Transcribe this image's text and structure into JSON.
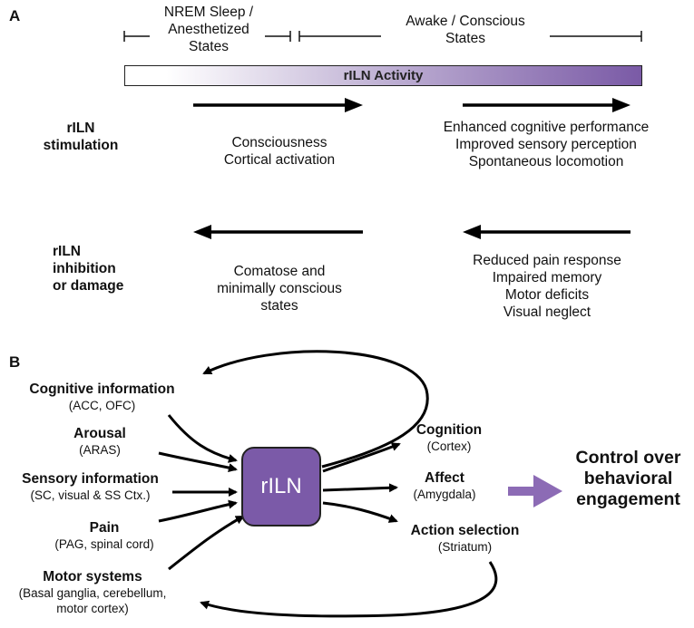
{
  "panel_a": {
    "label": "A",
    "range_left_line1": "NREM Sleep /",
    "range_left_line2": "Anesthetized",
    "range_left_line3": "States",
    "range_right_line1": "Awake / Conscious",
    "range_right_line2": "States",
    "bar_label": "rILN Activity",
    "stim_label_line1": "rILN",
    "stim_label_line2": "stimulation",
    "stim_left_line1": "Consciousness",
    "stim_left_line2": "Cortical activation",
    "stim_right_line1": "Enhanced cognitive performance",
    "stim_right_line2": "Improved sensory perception",
    "stim_right_line3": "Spontaneous locomotion",
    "inh_label_line1": "rILN",
    "inh_label_line2": "inhibition",
    "inh_label_line3": "or damage",
    "inh_left_line1": "Comatose and",
    "inh_left_line2": "minimally conscious",
    "inh_left_line3": "states",
    "inh_right_line1": "Reduced pain response",
    "inh_right_line2": "Impaired memory",
    "inh_right_line3": "Motor deficits",
    "inh_right_line4": "Visual neglect"
  },
  "panel_b": {
    "label": "B",
    "inputs": [
      {
        "title": "Cognitive information",
        "sub": "(ACC, OFC)"
      },
      {
        "title": "Arousal",
        "sub": "(ARAS)"
      },
      {
        "title": "Sensory information",
        "sub": "(SC, visual & SS Ctx.)"
      },
      {
        "title": "Pain",
        "sub": "(PAG, spinal cord)"
      },
      {
        "title": "Motor systems",
        "sub_line1": "(Basal ganglia, cerebellum,",
        "sub_line2": "motor cortex)"
      }
    ],
    "center": "rILN",
    "outputs": [
      {
        "title": "Cognition",
        "sub": "(Cortex)"
      },
      {
        "title": "Affect",
        "sub": "(Amygdala)"
      },
      {
        "title": "Action selection",
        "sub": "(Striatum)"
      }
    ],
    "result_line1": "Control over",
    "result_line2": "behavioral",
    "result_line3": "engagement"
  },
  "colors": {
    "accent_purple": "#7b5aa8",
    "arrow_purple": "#8c6bb5",
    "line": "#111111"
  }
}
